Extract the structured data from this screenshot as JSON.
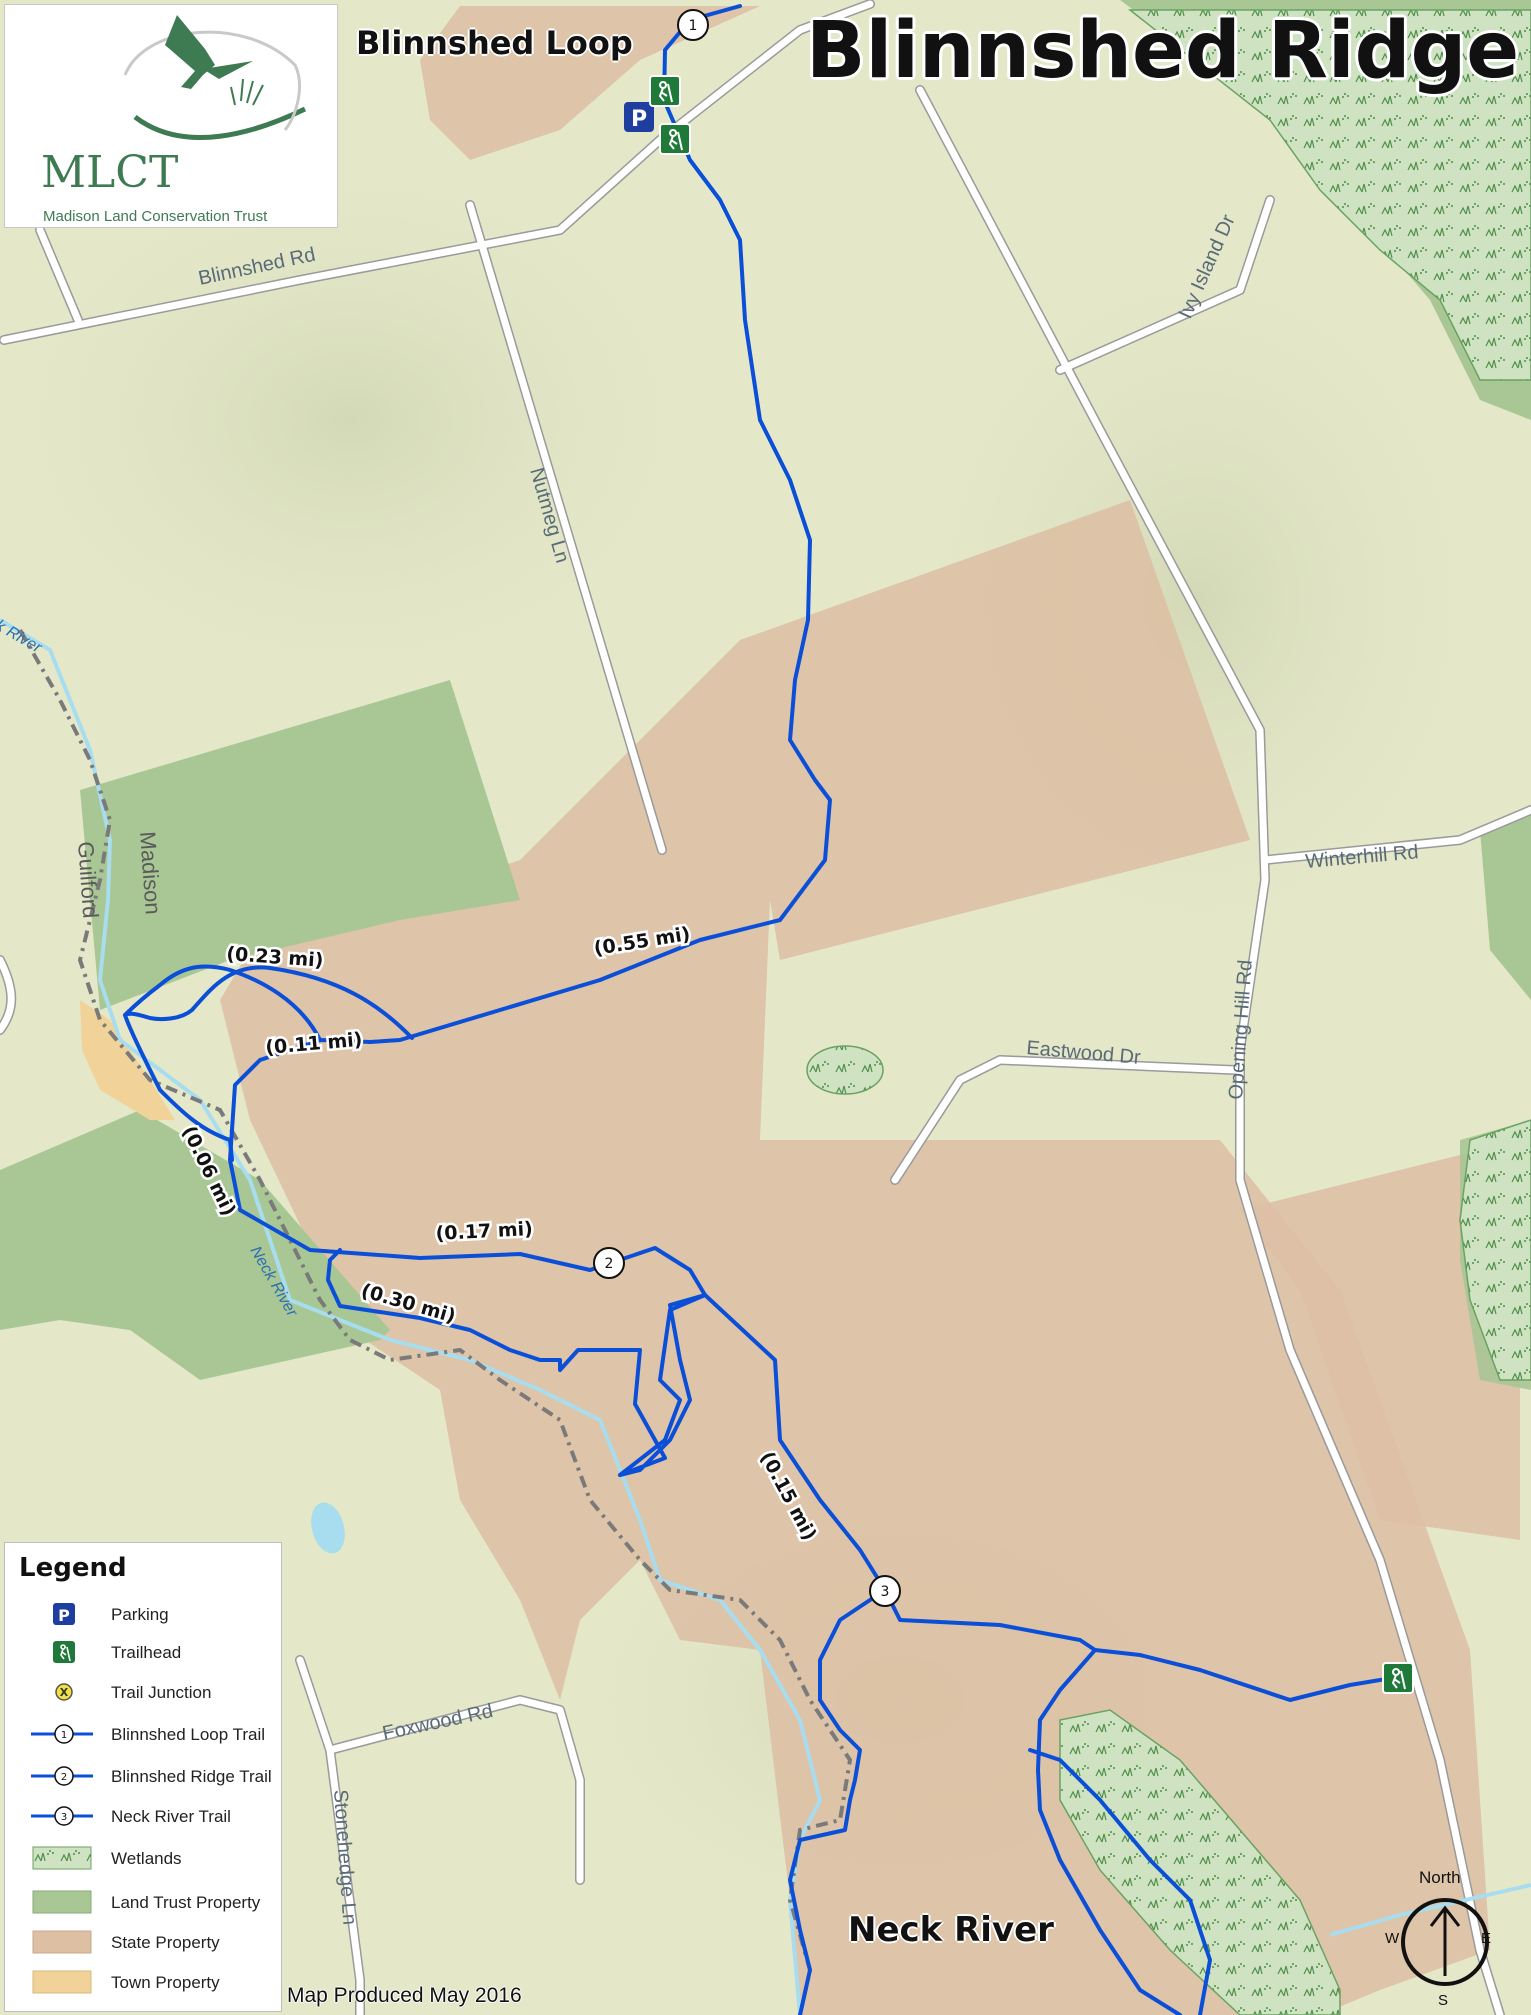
{
  "logo": {
    "abbrev": "MLCT",
    "name": "Madison Land Conservation Trust"
  },
  "titles": {
    "main": "Blinnshed Ridge",
    "loop": "Blinnshed Loop",
    "neck": "Neck River"
  },
  "roads": {
    "blinnshed": "Blinnshed Rd",
    "ivy_island": "Ivy Island Dr",
    "nutmeg": "Nutmeg Ln",
    "winterhill": "Winterhill Rd",
    "eastwood": "Eastwood Dr",
    "opening_hill": "Opening Hill Rd",
    "foxwood": "Foxwood Rd",
    "stonehedge": "Stonehedge Ln"
  },
  "towns": {
    "madison": "Madison",
    "guilford": "Guilford"
  },
  "river": {
    "label_top": "Neck River",
    "label_mid": "Neck River"
  },
  "trail_distances": {
    "d055": "(0.55 mi)",
    "d023": "(0.23 mi)",
    "d011": "(0.11 mi)",
    "d006": "(0.06 mi)",
    "d017": "(0.17 mi)",
    "d030": "(0.30 mi)",
    "d015": "(0.15 mi)"
  },
  "markers": {
    "m1": "1",
    "m2": "2",
    "m3": "3"
  },
  "legend": {
    "title": "Legend",
    "items": [
      {
        "label": "Parking",
        "icon": "parking-icon"
      },
      {
        "label": "Trailhead",
        "icon": "hiker-icon"
      },
      {
        "label": "Trail Junction",
        "icon": "junction-icon"
      },
      {
        "label": "Blinnshed Loop Trail",
        "icon": "trail-1-icon"
      },
      {
        "label": "Blinnshed Ridge Trail",
        "icon": "trail-2-icon"
      },
      {
        "label": "Neck River Trail",
        "icon": "trail-3-icon"
      },
      {
        "label": "Wetlands",
        "icon": "wetlands-swatch"
      },
      {
        "label": "Land Trust Property",
        "icon": "land-trust-swatch"
      },
      {
        "label": "State Property",
        "icon": "state-swatch"
      },
      {
        "label": "Town Property",
        "icon": "town-swatch"
      }
    ],
    "sym_parking": "P",
    "sym_junction": "X",
    "sym_trail_1": "1",
    "sym_trail_2": "2",
    "sym_trail_3": "3"
  },
  "parking_letter": "P",
  "produced": "Map Produced May 2016",
  "compass": {
    "north": "North",
    "west": "W",
    "east": "E",
    "south": "S"
  },
  "colors": {
    "base": "#e4e8c9",
    "land_trust": "#a9c795",
    "state": "#ddc0a4",
    "town": "#f1d39a",
    "trail": "#0b4fd8",
    "road": "#ffffff",
    "river": "#a8dcef",
    "wetland_fill": "#cfe3c3",
    "wetland_mark": "#4f8f4a",
    "trailhead_green": "#1f7a3a",
    "parking_blue": "#1f3fa0",
    "boundary": "#7a7a7a"
  }
}
